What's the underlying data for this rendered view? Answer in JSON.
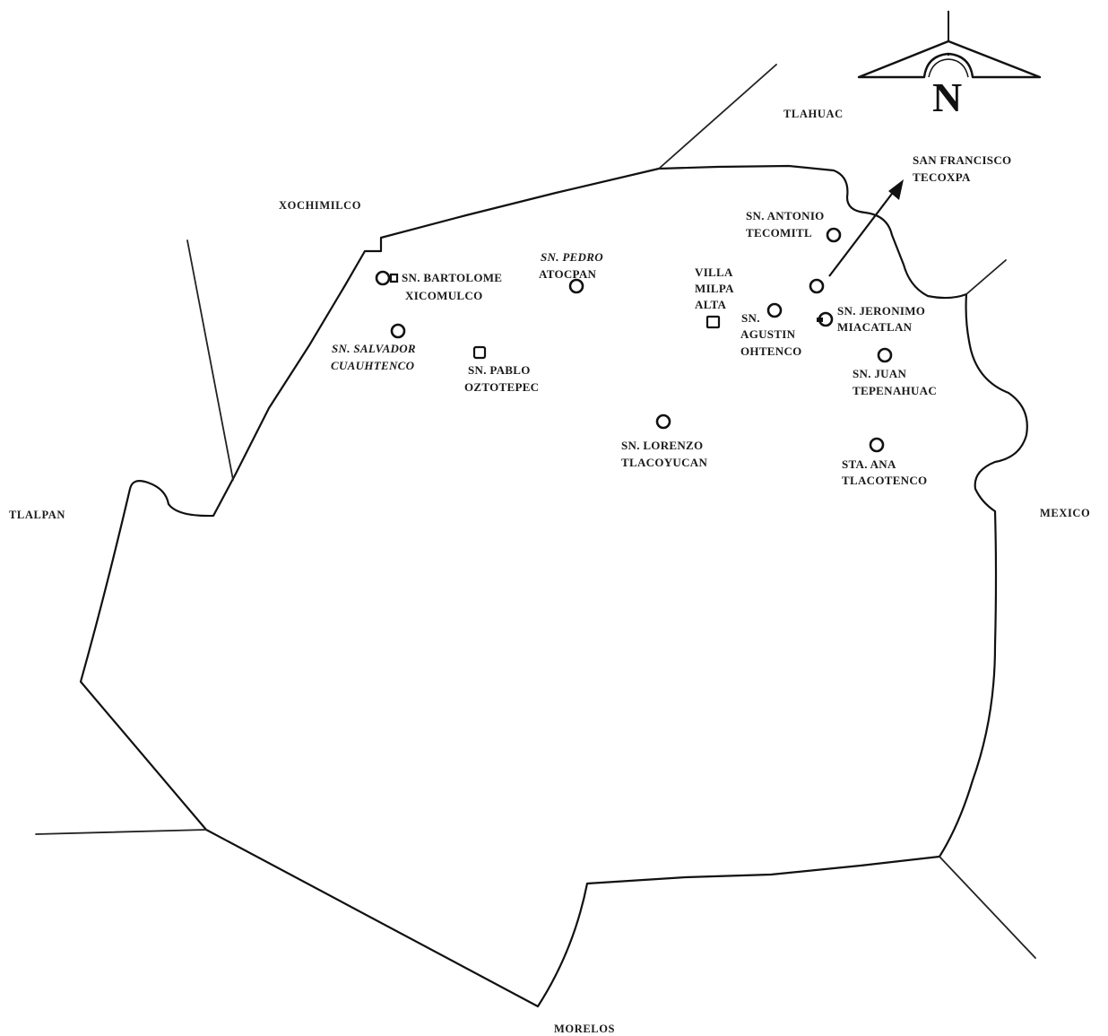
{
  "regions": {
    "tlahuac": "TLAHUAC",
    "xochimilco": "XOCHIMILCO",
    "tlalpan": "TLALPAN",
    "mexico": "MEXICO",
    "morelos": "MORELOS"
  },
  "compass": {
    "letter": "N"
  },
  "towns": {
    "san_francisco": {
      "line1": "SAN FRANCISCO",
      "line2": "TECOXPA"
    },
    "sn_antonio": {
      "line1": "SN. ANTONIO",
      "line2": "TECOMITL"
    },
    "sn_bartolome": {
      "line1": "SN. BARTOLOME",
      "line2": "XICOMULCO"
    },
    "sn_pedro": {
      "line1": "SN.  PEDRO",
      "line2": "ATOCPAN"
    },
    "villa_milpa_alta": {
      "line1": "VILLA",
      "line2": "MILPA",
      "line3": "ALTA"
    },
    "sn_agustin": {
      "line1": "SN.",
      "line2": "AGUSTIN",
      "line3": "OHTENCO"
    },
    "sn_jeronimo": {
      "line1": "SN. JERONIMO",
      "line2": "MIACATLAN"
    },
    "sn_salvador": {
      "line1": "SN. SALVADOR",
      "line2": "CUAUHTENCO"
    },
    "sn_pablo": {
      "line1": "SN. PABLO",
      "line2": "OZTOTEPEC"
    },
    "sn_juan": {
      "line1": "SN. JUAN",
      "line2": "TEPENAHUAC"
    },
    "sn_lorenzo": {
      "line1": "SN. LORENZO",
      "line2": "TLACOYUCAN"
    },
    "sta_ana": {
      "line1": "STA. ANA",
      "line2": "TLACOTENCO"
    }
  },
  "markers": {
    "circle": "circle-marker",
    "square": "square-marker"
  },
  "icons": {
    "north": "north-arrow-icon",
    "pointer": "pointer-arrow-icon"
  }
}
